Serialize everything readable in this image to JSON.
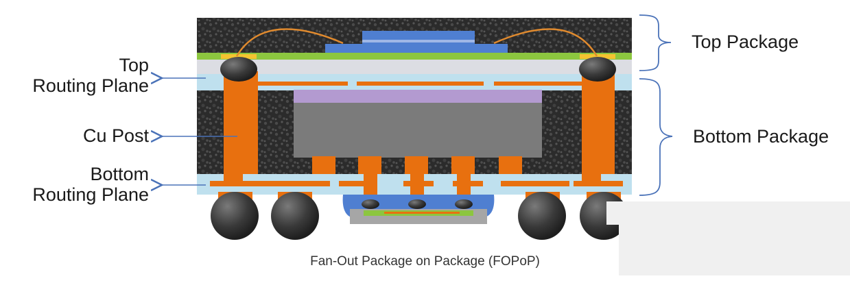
{
  "labels": {
    "top_package": "Top Package",
    "bottom_package": "Bottom Package",
    "top_routing_line1": "Top",
    "top_routing_line2": "Routing Plane",
    "cu_post": "Cu Post",
    "bottom_routing_line1": "Bottom",
    "bottom_routing_line2": "Routing Plane"
  },
  "caption": "Fan-Out Package on Package (FOPoP)",
  "colors": {
    "mold": "#2e2e2e",
    "mold_speckle": "#5a5a5a",
    "copper": "#e8700f",
    "routing_plane": "#bfe0ee",
    "substrate_green": "#8cc63f",
    "top_die_blue": "#4f7fd1",
    "die_lavender": "#b39ad0",
    "die_gray": "#7b7b7b",
    "solder_ball": "#3d3d3d",
    "wire": "#e08a2e",
    "pad_yellow": "#f4c430",
    "arrow_blue": "#4a72b8",
    "bracket_blue": "#4a72b8"
  }
}
